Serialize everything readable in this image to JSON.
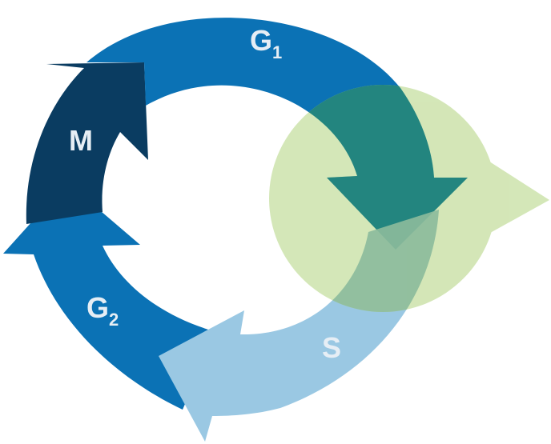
{
  "phases": {
    "g1": {
      "label": "G",
      "subscript": "1",
      "color": "#0b72b5"
    },
    "s": {
      "label": "S",
      "subscript": "",
      "color": "#9ac8e3"
    },
    "g2": {
      "label": "G",
      "subscript": "2",
      "color": "#0b72b5"
    },
    "m": {
      "label": "M",
      "subscript": "",
      "color": "#0a3c61"
    }
  },
  "exit_bubble": {
    "color": "#c8e0a4",
    "overlap_color": "#23857f"
  },
  "label_color": "#e6eef5"
}
